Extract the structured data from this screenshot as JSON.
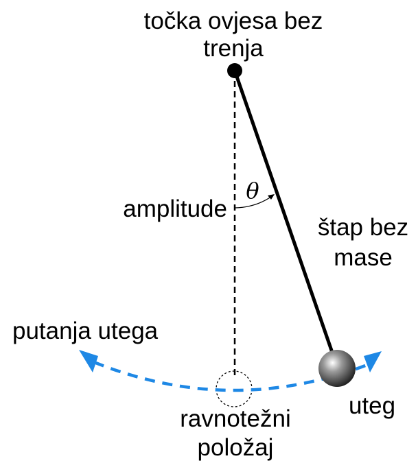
{
  "labels": {
    "pivot_line1": "točka ovjesa bez",
    "pivot_line2": "trenja",
    "angle_symbol": "θ",
    "amplitude": "amplitude",
    "rod_line1": "štap bez",
    "rod_line2": "mase",
    "path": "putanja utega",
    "bob": "uteg",
    "equilibrium_line1": "ravnotežni",
    "equilibrium_line2": "položaj"
  },
  "colors": {
    "path_arrow": "#1E88E5",
    "rod": "#000000",
    "pivot": "#000000"
  }
}
